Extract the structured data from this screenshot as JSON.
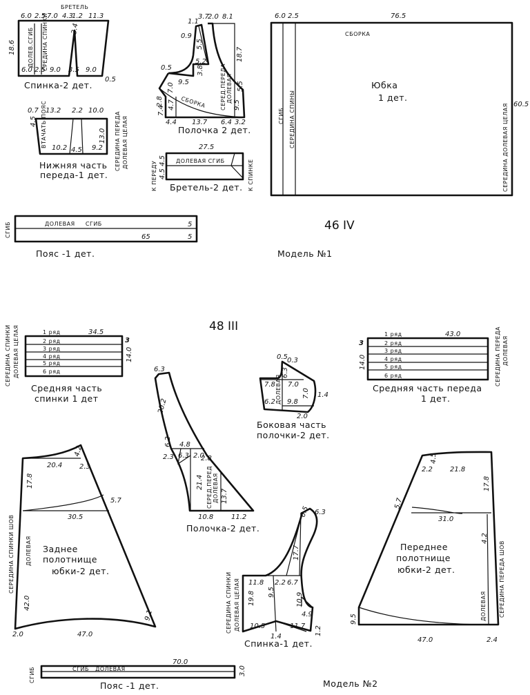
{
  "model1": {
    "size_label": "46 IV",
    "model_label": "Модель №1",
    "back": {
      "title": "Спинка-2 дет.",
      "strap_label": "БРЕТЕЛЬ",
      "fold_label": "ДОЛЕВ.СГИБ",
      "center_label": "СРЕДИНА СПИНКИ",
      "dims": [
        "6.0",
        "2.5",
        "7.0",
        "4.3",
        "1.2",
        "11.3",
        "18.6",
        "6.0",
        "2.5",
        "9.0",
        "3.5",
        "9.0",
        "0.5",
        "3.4"
      ]
    },
    "lower_front": {
      "title1": "Нижняя часть",
      "title2": "переда-1 дет.",
      "sew_label": "ВТАЧАТЬ ПОЯС",
      "center_label": "СЕРЕДИНА ПЕРЕДА",
      "grain_label": "ДОЛЕВАЯ ЦЕЛАЯ",
      "dims": [
        "0.7",
        "13.2",
        "2.2",
        "10.0",
        "4.5",
        "10.2",
        "4.5",
        "9.2",
        "13.0"
      ]
    },
    "front": {
      "title": "Полочка 2 дет.",
      "gather_label": "СБОРКА",
      "center_label": "СЕРЕД.ПЕРЕДА",
      "grain_label": "ДОЛЕВАЯ",
      "dims": [
        "1.1",
        "3.7",
        "2.0",
        "8.1",
        "0.9",
        "5.5",
        "5.2",
        "18.7",
        "0.5",
        "3.8",
        "9.5",
        "7.0",
        "5.5",
        "2.8",
        "9.5",
        "7.4",
        "4.7",
        "4.4",
        "13.7",
        "6.4",
        "3.2"
      ]
    },
    "strap": {
      "title": "Бретель-2 дет.",
      "label": "ДОЛЕВАЯ СГИБ",
      "to_front": "К ПЕРЕДУ",
      "to_back": "К СПИНКЕ",
      "dims": [
        "27.5",
        "4.5 4.5"
      ]
    },
    "skirt": {
      "title1": "Юбка",
      "title2": "1 дет.",
      "gather_label": "СБОРКА",
      "fold_label": "СГИБ",
      "center_back_label": "СЕРЕДИНА СПИНЫ",
      "center_label": "СЕРЕДИНА ДОЛЕВАЯ ЦЕЛАЯ",
      "dims": [
        "6.0",
        "2.5",
        "76.5",
        "60.5"
      ]
    },
    "belt": {
      "title": "Пояс -1 дет.",
      "fold_label": "СГИБ",
      "label": "ДОЛЕВАЯ     СГИБ",
      "dims": [
        "5",
        "65",
        "5"
      ]
    }
  },
  "model2": {
    "size_label": "48 III",
    "model_label": "Модель №2",
    "mid_back": {
      "title1": "Средняя часть",
      "title2": "спинки 1 дет",
      "side1": "СЕРЕДИНА СПИНКИ",
      "side2": "ДОЛЕВАЯ ЦЕЛАЯ",
      "rows": [
        "1 ряд",
        "2 ряд",
        "3 ряд",
        "4 ряд",
        "5 ряд",
        "6 ряд"
      ],
      "dims": [
        "34.5",
        "3",
        "14.0"
      ]
    },
    "mid_front": {
      "title1": "Средняя часть переда",
      "title2": "1 дет.",
      "side1": "СЕРЕДИНА ПЕРЕДА",
      "side2": "ДОЛЕВАЯ",
      "rows": [
        "1 ряд",
        "2 ряд",
        "3 ряд",
        "4 ряд",
        "5 ряд",
        "6 ряд"
      ],
      "dims": [
        "43.0",
        "3",
        "14.0"
      ]
    },
    "side_front": {
      "title1": "Боковая часть",
      "title2": "полочки-2 дет.",
      "grain_label": "ДОЛЕВАЯ",
      "dims": [
        "0.5",
        "0.3",
        "6.3",
        "7.8",
        "7.0",
        "7.0",
        "1.4",
        "6.2",
        "9.8",
        "2.0"
      ]
    },
    "front": {
      "title": "Полочка-2 дет.",
      "center_label": "СЕРЕД.ПЕРЕД",
      "grain_label": "ДОЛЕВАЯ",
      "dims": [
        "6.3",
        "20.2",
        "6.2",
        "4.8",
        "2.3",
        "6.3",
        "2.0",
        "2.8",
        "21.4",
        "13.7",
        "10.8",
        "11.2"
      ]
    },
    "back_skirt": {
      "title1": "Заднее",
      "title2": "полотнище",
      "title3": "юбки-2 дет.",
      "side_label": "СЕРЕДИНА СПИНКИ ШОВ",
      "grain_label": "ДОЛЕВАЯ",
      "dims": [
        "4.2",
        "20.4",
        "2.3",
        "17.8",
        "5.7",
        "30.5",
        "42.0",
        "9.1",
        "2.0",
        "47.0"
      ]
    },
    "front_skirt": {
      "title1": "Переднее",
      "title2": "полотнище",
      "title3": "юбки-2 дет.",
      "side_label": "СЕРЕДИНА ПЕРЕДА ШОВ",
      "grain_label": "ДОЛЕВАЯ",
      "dims": [
        "4.5",
        "2.2",
        "21.8",
        "17.8",
        "5.7",
        "31.0",
        "4.2",
        "9.5",
        "47.0",
        "2.4"
      ]
    },
    "back": {
      "title": "Спинка-1 дет.",
      "side1": "СЕРЕДИНА СПИНКИ",
      "side2": "ДОЛЕВАЯ ЦЕЛАЯ",
      "dims": [
        "6.5",
        "6.3",
        "17.7",
        "11.8",
        "2.2",
        "6.7",
        "9.5",
        "19.8",
        "10.9",
        "4.9",
        "10.5",
        "11.7",
        "1.4",
        "1.2"
      ]
    },
    "belt": {
      "title": "Пояс -1 дет.",
      "fold_label": "СГИБ",
      "label": "СГИБ   ДОЛЕВАЯ",
      "dims": [
        "70.0",
        "3.0"
      ]
    }
  }
}
